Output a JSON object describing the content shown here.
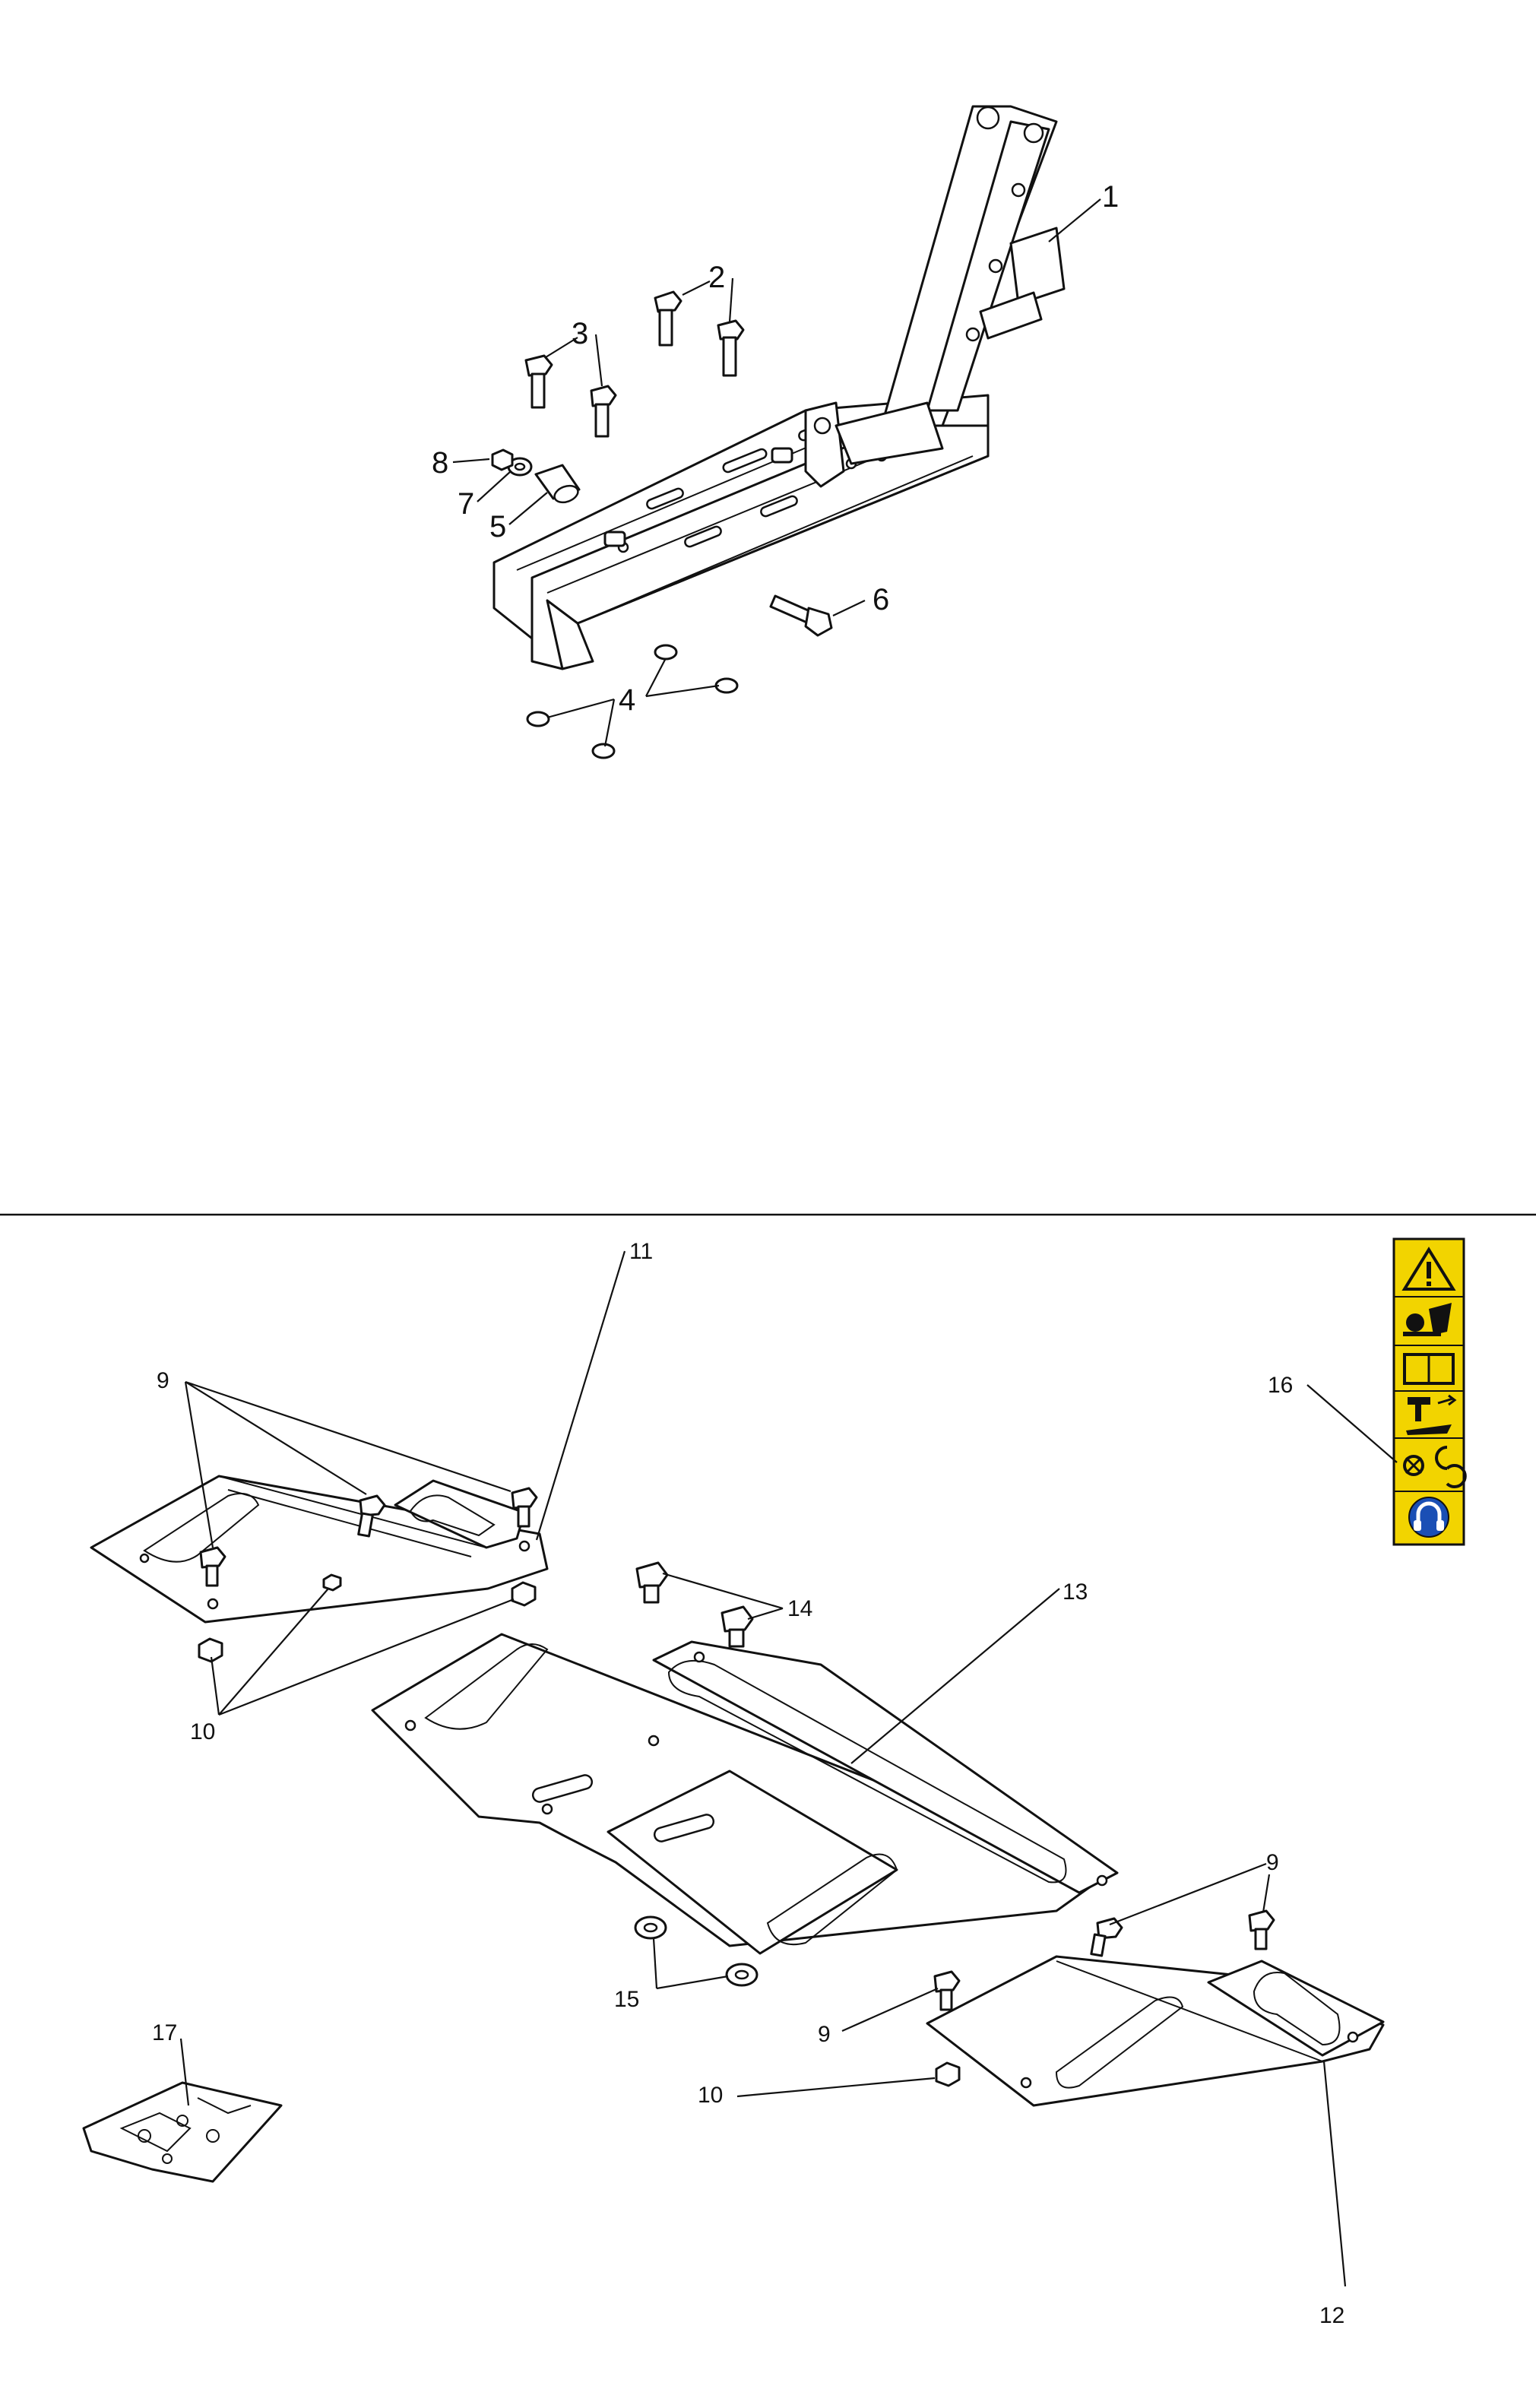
{
  "callouts_upper": [
    "1",
    "2",
    "3",
    "4",
    "5",
    "6",
    "7",
    "8"
  ],
  "callouts_lower": [
    "9",
    "9",
    "9",
    "10",
    "10",
    "11",
    "12",
    "13",
    "14",
    "15",
    "16",
    "17"
  ],
  "colors": {
    "warning_yellow": "#f2d400",
    "mandatory_blue": "#1a4fb5",
    "line": "#111111"
  },
  "icons": [
    "warning-triangle-icon",
    "rotating-blade-icon",
    "read-manual-icon",
    "crush-hazard-icon",
    "entanglement-icon",
    "ear-protection-icon"
  ]
}
